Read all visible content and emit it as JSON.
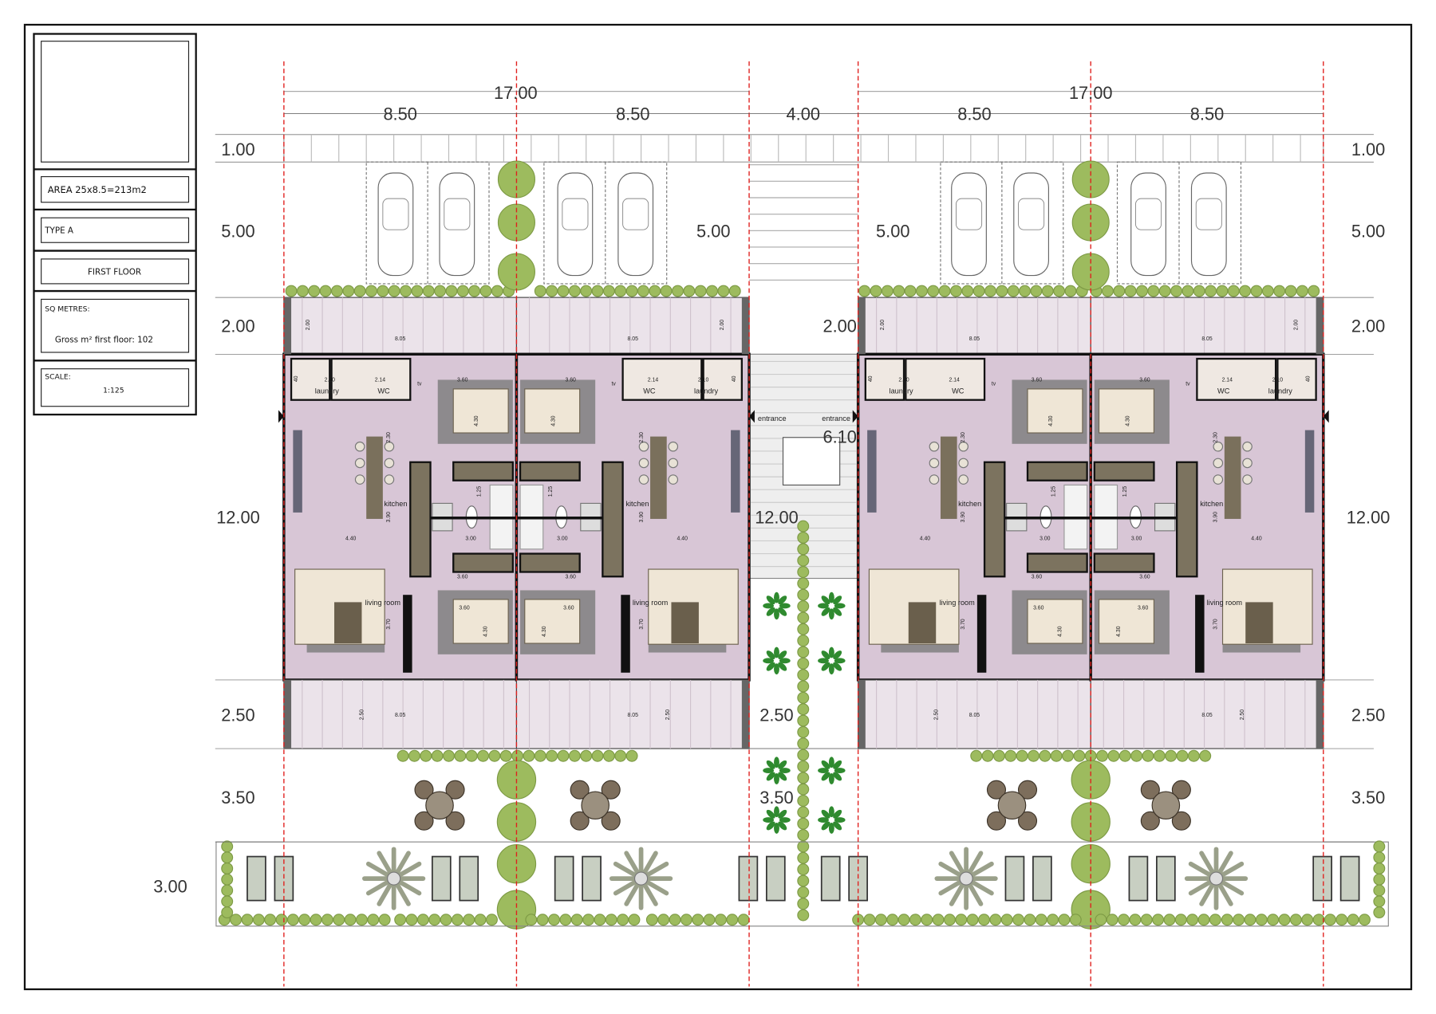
{
  "title_block": {
    "area": "AREA 25x8.5=213m2",
    "type": "TYPE A",
    "floor": "FIRST FLOOR",
    "sq_label": "SQ METRES:",
    "gross": "Gross m² first floor: 102",
    "scale_label": "SCALE:",
    "scale_value": "1:125"
  },
  "dimensions": {
    "overall_left": "17.00",
    "overall_right": "17.00",
    "unit_widths": [
      "8.50",
      "8.50",
      "8.50",
      "8.50"
    ],
    "gap_width": "4.00",
    "rows": [
      "1.00",
      "5.00",
      "2.00",
      "12.00",
      "2.50",
      "3.50"
    ],
    "bottom_strip": "3.00",
    "middle": {
      "parking_left": "5.00",
      "parking_right": "5.00",
      "balcony": "2.00",
      "stair": "6.10",
      "core": "12.00",
      "terrace": "2.50",
      "garden": "3.50"
    }
  },
  "entrance_labels": [
    "entrance",
    "entrance"
  ],
  "unit_labels": {
    "laundry": "laundry",
    "wc": "WC",
    "kitchen": "kitchen",
    "living": "living room",
    "tv": "tv",
    "d_210": "2.10",
    "d_214": "2.14",
    "d_360": "3.60",
    "d_430": "4.30",
    "d_230": "2.30",
    "d_390": "3.90",
    "d_440": "4.40",
    "d_300": "3.00",
    "d_125": "1.25",
    "d_370": "3.70",
    "d_805": "8.05",
    "d_200": "2.00",
    "d_250": "2.50",
    "d_040": "40"
  },
  "colors": {
    "interior": "#d8c6d6",
    "balcony": "#ebe3ea",
    "tree": "#9dbb5e",
    "guide": "#e0201e",
    "furniture": "#8a7c68"
  }
}
